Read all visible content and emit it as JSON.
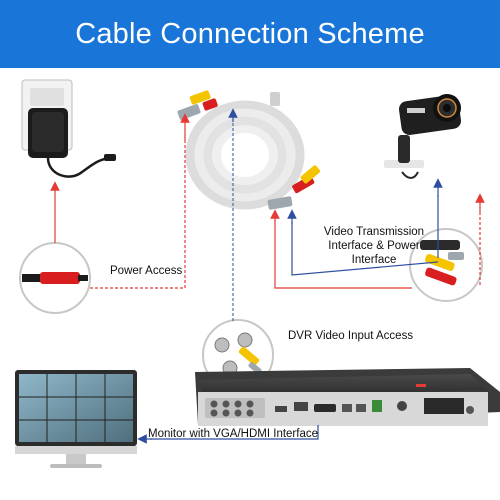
{
  "header": {
    "title": "Cable Connection Scheme"
  },
  "labels": {
    "power_access": "Power Access",
    "video_transmission_line1": "Video Transmission",
    "video_transmission_line2": "Interface & Power",
    "video_transmission_line3": "Interface",
    "dvr_input": "DVR Video Input Access",
    "monitor": "Monitor with VGA/HDMI Interface"
  },
  "colors": {
    "header_bg": "#1976d8",
    "power_line": "#e53935",
    "video_line": "#2e4f9e",
    "cable": "#e9e9e9",
    "connector_yellow": "#f4c400",
    "connector_red": "#d81e1e"
  },
  "icons": [
    "power-adapter-icon",
    "bnc-cable-icon",
    "security-camera-icon",
    "dvr-recorder-icon",
    "monitor-icon"
  ]
}
